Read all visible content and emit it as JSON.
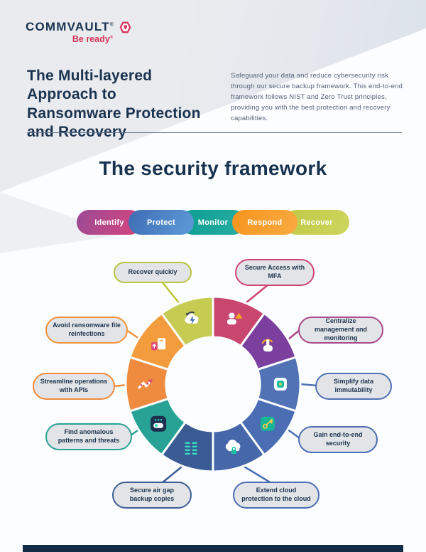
{
  "logo": {
    "brand": "COMMVAULT",
    "reg": "®",
    "tagline": "Be ready"
  },
  "header": {
    "title": "The Multi-layered Approach to Ransomware Protection and Recovery",
    "intro": "Safeguard your data and reduce cybersecurity risk through our secure backup framework. This end-to-end framework follows NIST and Zero Trust principles, providing you with the best protection and recovery capabilities."
  },
  "framework": {
    "heading": "The security framework",
    "pills": [
      {
        "label": "Identify",
        "from": "#9a4b96",
        "to": "#d8447c"
      },
      {
        "label": "Protect",
        "from": "#3e6cb4",
        "to": "#5e9bd8"
      },
      {
        "label": "Monitor",
        "from": "#0b9d92",
        "to": "#2aaea2"
      },
      {
        "label": "Respond",
        "from": "#f7941d",
        "to": "#f9aa42"
      },
      {
        "label": "Recover",
        "from": "#bfc944",
        "to": "#ced55e"
      }
    ]
  },
  "diagram": {
    "segments": [
      {
        "name": "Secure Access with MFA",
        "color": "#c9476f",
        "icon": "user-alert-icon"
      },
      {
        "name": "Centralize management and monitoring",
        "color": "#7b3f9d",
        "icon": "tap-icon"
      },
      {
        "name": "Simplify data immutability",
        "color": "#5272b6",
        "icon": "immutable-app-icon"
      },
      {
        "name": "Gain end-to-end security",
        "color": "#4a6db3",
        "icon": "key-icon"
      },
      {
        "name": "Extend cloud protection to the cloud",
        "color": "#4667a9",
        "icon": "cloud-lock-icon"
      },
      {
        "name": "Secure air gap backup copies",
        "color": "#3a5b94",
        "icon": "airgap-lines-icon"
      },
      {
        "name": "Find anomalous patterns and threats",
        "color": "#27a295",
        "icon": "anomaly-box-icon"
      },
      {
        "name": "Streamline operations with APIs",
        "color": "#ee8b3e",
        "icon": "api-zigzag-icon"
      },
      {
        "name": "Avoid ransomware file reinfections",
        "color": "#f39c3d",
        "icon": "file-scan-icon"
      },
      {
        "name": "Recover quickly",
        "color": "#c6cc52",
        "icon": "cloud-recover-icon"
      }
    ],
    "callouts": [
      {
        "label": "Recover quickly",
        "color": "#b9c43f"
      },
      {
        "label": "Secure Access with MFA",
        "color": "#cf4470"
      },
      {
        "label": "Avoid ransomware file reinfections",
        "color": "#f0923c"
      },
      {
        "label": "Centralize management and monitoring",
        "color": "#a8498c"
      },
      {
        "label": "Streamline operations with APIs",
        "color": "#ef8b3d"
      },
      {
        "label": "Simplify data immutability",
        "color": "#4d72b8"
      },
      {
        "label": "Find anomalous patterns and threats",
        "color": "#2aa293"
      },
      {
        "label": "Gain end-to-end security",
        "color": "#4a6fb5"
      },
      {
        "label": "Secure air gap backup copies",
        "color": "#3c5d96"
      },
      {
        "label": "Extend cloud protection to the cloud",
        "color": "#4a6fb5"
      }
    ]
  },
  "footer": {
    "bar_color": "#132c47"
  }
}
